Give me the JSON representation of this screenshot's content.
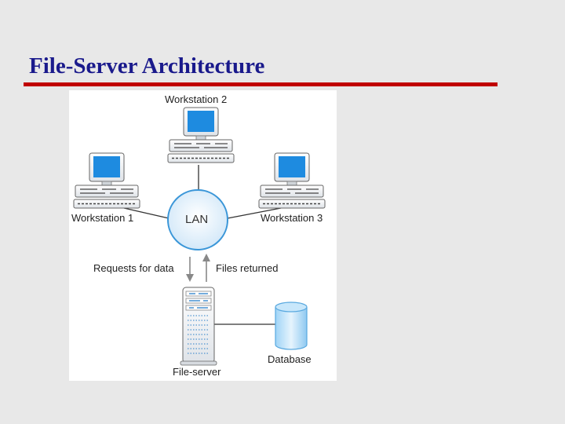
{
  "slide": {
    "title": "File-Server Architecture"
  },
  "diagram": {
    "workstation_2": "Workstation 2",
    "workstation_1": "Workstation 1",
    "workstation_3": "Workstation 3",
    "lan": "LAN",
    "requests": "Requests for data",
    "files_returned": "Files returned",
    "file_server": "File-server",
    "database": "Database"
  },
  "colors": {
    "title": "#1a1a8c",
    "rule": "#c00000",
    "screen": "#1e8be0",
    "lan_fill": "#d8ecfb",
    "lan_stroke": "#3a96d8"
  }
}
